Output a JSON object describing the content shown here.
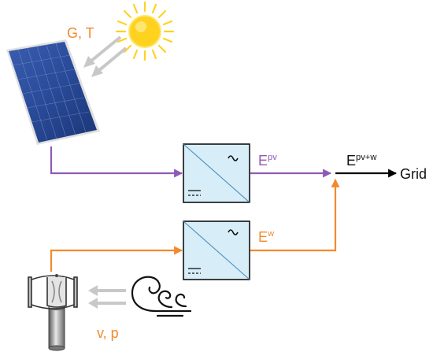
{
  "labels": {
    "solar_inputs": "G, T",
    "wind_inputs": "v, p",
    "pv_energy_base": "E",
    "pv_energy_sup": "pv",
    "wind_energy_base": "E",
    "wind_energy_sup": "w",
    "total_energy_base": "E",
    "total_energy_sup": "pv+w",
    "grid": "Grid"
  },
  "colors": {
    "pv_line": "#8e5ab5",
    "wind_line": "#f4892c",
    "label_orange": "#f4892c",
    "input_arrows": "#c8c8c8",
    "output_arrow": "#000000",
    "converter_fill": "#d7edf7",
    "converter_border": "#111111",
    "sun": "#ffd21f",
    "panel": "#2c4a9a"
  },
  "icons": {
    "sun": "sun-icon",
    "solar_panel": "solar-panel-icon",
    "wind_turbine": "vertical-axis-wind-turbine-icon",
    "wind": "wind-swirl-icon",
    "converter": "dc-ac-inverter-icon"
  }
}
